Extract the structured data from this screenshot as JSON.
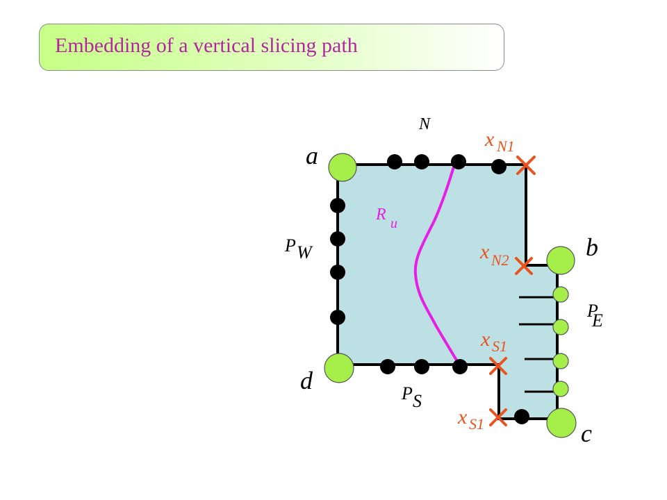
{
  "title": "Embedding of a vertical slicing path",
  "labels": {
    "corner_a": "a",
    "corner_b": "b",
    "corner_c": "c",
    "corner_d": "d",
    "side_N": "N",
    "side_W_main": "P",
    "side_W_sub": "W",
    "side_E_main": "P",
    "side_E_sub": "E",
    "side_S_main": "P",
    "side_S_sub": "S",
    "path_main": "R",
    "path_sub": "u",
    "xN1_main": "x",
    "xN1_sub": "N1",
    "xN2_main": "x",
    "xN2_sub": "N2",
    "xS1a_main": "x",
    "xS1a_sub": "S1",
    "xS1b_main": "x",
    "xS1b_sub": "S1"
  },
  "colors": {
    "region_fill": "#bce0e3",
    "outline": "#000000",
    "terminal_green": "#a6ef4a",
    "path_magenta": "#e61ee6",
    "cross_orange": "#e8531e",
    "title_text": "#b3269f"
  }
}
